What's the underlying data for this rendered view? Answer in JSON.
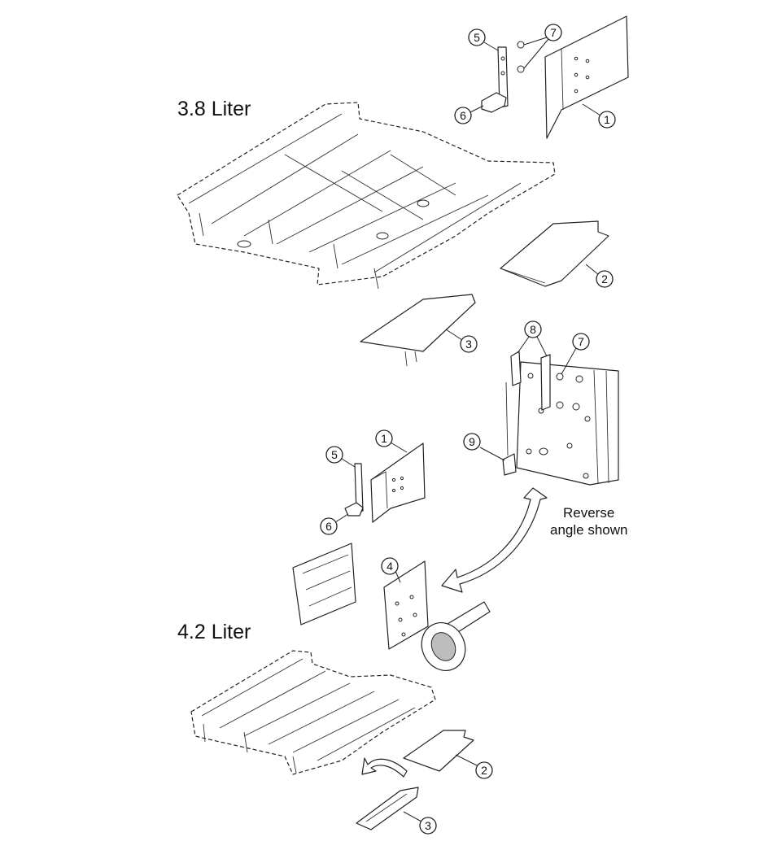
{
  "sections": [
    {
      "title": "3.8 Liter"
    },
    {
      "title": "4.2 Liter"
    }
  ],
  "note": {
    "line1": "Reverse",
    "line2": "angle shown"
  },
  "callouts": [
    {
      "id": "c38-1",
      "number": "1"
    },
    {
      "id": "c38-2",
      "number": "2"
    },
    {
      "id": "c38-3",
      "number": "3"
    },
    {
      "id": "c38-5",
      "number": "5"
    },
    {
      "id": "c38-6",
      "number": "6"
    },
    {
      "id": "c38-7",
      "number": "7"
    },
    {
      "id": "c42-1",
      "number": "1"
    },
    {
      "id": "c42-2",
      "number": "2"
    },
    {
      "id": "c42-3",
      "number": "3"
    },
    {
      "id": "c42-4",
      "number": "4"
    },
    {
      "id": "c42-5",
      "number": "5"
    },
    {
      "id": "c42-6",
      "number": "6"
    },
    {
      "id": "c42-7",
      "number": "7"
    },
    {
      "id": "c42-8",
      "number": "8"
    },
    {
      "id": "c42-9",
      "number": "9"
    }
  ]
}
